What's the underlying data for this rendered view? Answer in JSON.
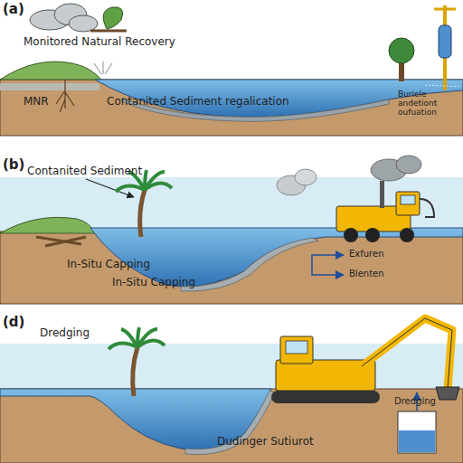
{
  "diagram": {
    "labels": [
      "(a)",
      "Monitored Natural Recovery",
      "MNR",
      "Contanited Sediment regalication",
      "Buriele andetiont oufuation",
      "(b)",
      "Contanited Sediment",
      "In-Situ Capping",
      "In-Situ Capping",
      "Exfuren",
      "Blenten",
      "(d)",
      "Dredging",
      "Dredging",
      "Dudinger Sutiurot"
    ]
  }
}
